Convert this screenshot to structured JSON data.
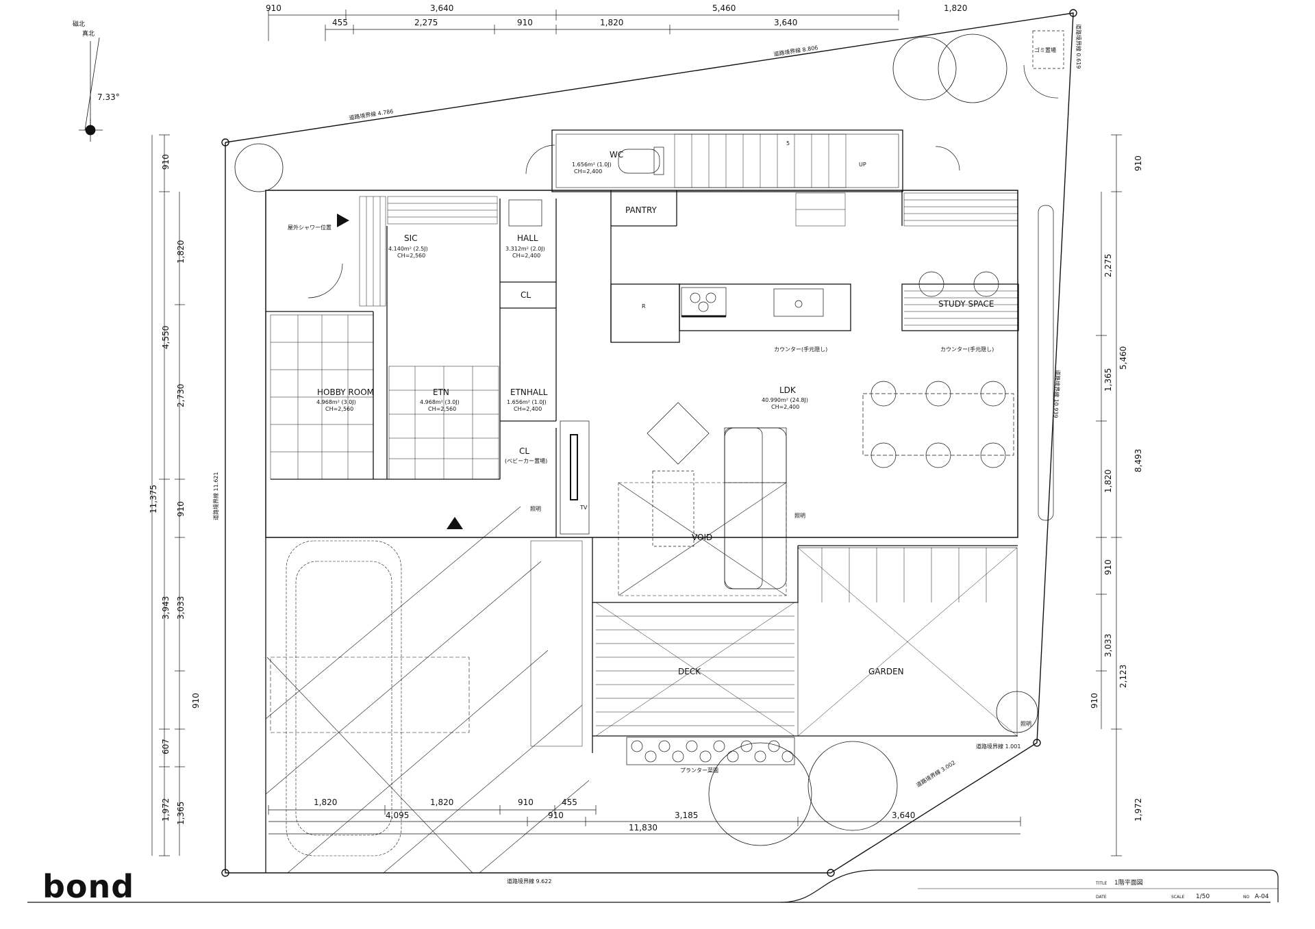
{
  "brand": "bond",
  "north": {
    "labels": [
      "磁北",
      "真北"
    ],
    "angle": "7.33°"
  },
  "rooms": {
    "wc": {
      "name": "WC",
      "area": "1.656m² (1.0J)",
      "ch": "CH=2,400"
    },
    "pantry": {
      "name": "PANTRY"
    },
    "sic": {
      "name": "SIC",
      "area": "4.140m² (2.5J)",
      "ch": "CH=2,560"
    },
    "hall": {
      "name": "HALL",
      "area": "3.312m² (2.0J)",
      "ch": "CH=2,400"
    },
    "cl1": {
      "name": "CL"
    },
    "hobby": {
      "name": "HOBBY ROOM",
      "area": "4.968m² (3.0J)",
      "ch": "CH=2,560"
    },
    "etn": {
      "name": "ETN",
      "area": "4.968m² (3.0J)",
      "ch": "CH=2,560"
    },
    "etnhall": {
      "name": "ETNHALL",
      "area": "1.656m² (1.0J)",
      "ch": "CH=2,400"
    },
    "cl2": {
      "name": "CL",
      "note": "(ベビーカー置場)"
    },
    "ldk": {
      "name": "LDK",
      "area": "40.990m² (24.8J)",
      "ch": "CH=2,400"
    },
    "study": {
      "name": "STUDY SPACE"
    },
    "void": {
      "name": "VOID"
    },
    "deck": {
      "name": "DECK"
    },
    "garden": {
      "name": "GARDEN"
    }
  },
  "notes": {
    "shower": "屋外シャワー位置",
    "counter1": "カウンター(手元隠し)",
    "counter2": "カウンター(手元隠し)",
    "tv": "TV",
    "planter": "プランター菜園",
    "up": "UP",
    "stair_no": "5",
    "refrig": "R",
    "gomi": "ゴミ置場",
    "shoki1": "照明",
    "shoki2": "照明",
    "shoki3": "照明"
  },
  "boundaries": {
    "b1": "道路境界線 4.786",
    "b2": "道路境界線 8.806",
    "b3": "道路境界線 0.619",
    "b4": "道路境界線 10.939",
    "b5": "道路境界線 1.001",
    "b6": "道路境界線 3.002",
    "b7": "道路境界線 9.622",
    "b8": "道路境界線 11.621"
  },
  "dims_top_outer": [
    "910",
    "3,640",
    "5,460",
    "1,820"
  ],
  "dims_top_inner": [
    "455",
    "2,275",
    "910",
    "1,820",
    "3,640"
  ],
  "dims_left_outer": [
    "910",
    "4,550",
    "3,943",
    "607",
    "1,972"
  ],
  "dims_left_inner": [
    "1,820",
    "2,730",
    "910",
    "3,033",
    "910",
    "1,365"
  ],
  "dims_left_total": "11,375",
  "dims_right_outer": [
    "910",
    "5,460",
    "8,493",
    "1,972"
  ],
  "dims_right_inner": [
    "2,275",
    "1,365",
    "1,820",
    "910",
    "3,033",
    "2,123",
    "910"
  ],
  "dims_bottom_row1": [
    "1,820",
    "1,820",
    "910",
    "455"
  ],
  "dims_bottom_row2": [
    "4,095",
    "910",
    "3,185",
    "3,640"
  ],
  "dims_bottom_total": "11,830",
  "titleblock": {
    "title_label": "TITLE",
    "title": "1階平面図",
    "date_label": "DATE",
    "scale_label": "SCALE",
    "scale": "1/50",
    "no_label": "NO",
    "no": "A-04"
  }
}
